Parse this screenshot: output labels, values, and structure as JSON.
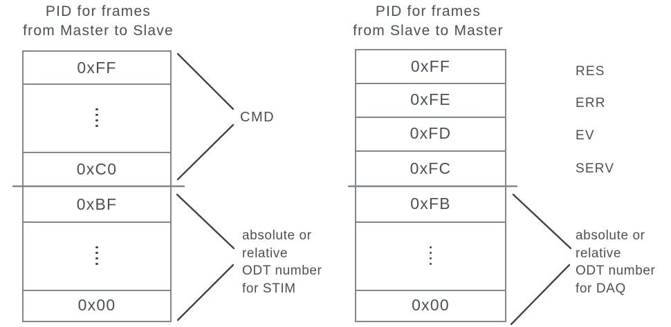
{
  "left": {
    "title": [
      "PID for frames",
      "from Master to Slave"
    ],
    "cells": [
      "0xFF",
      "⋮",
      "0xC0",
      "0xBF",
      "⋮",
      "0x00"
    ],
    "upper_label": "CMD",
    "lower_label": [
      "absolute or",
      "relative",
      "ODT number",
      "for STIM"
    ]
  },
  "right": {
    "title": [
      "PID for frames",
      "from Slave to Master"
    ],
    "cells": [
      "0xFF",
      "0xFE",
      "0xFD",
      "0xFC",
      "0xFB",
      "⋮",
      "0x00"
    ],
    "row_labels": [
      "RES",
      "ERR",
      "EV",
      "SERV"
    ],
    "lower_label": [
      "absolute or",
      "relative",
      "ODT number",
      "for DAQ"
    ]
  },
  "colors": {
    "bg": "#ffffff",
    "border": "#7f868d",
    "text": "#4a4f54",
    "line": "#3e4347"
  }
}
